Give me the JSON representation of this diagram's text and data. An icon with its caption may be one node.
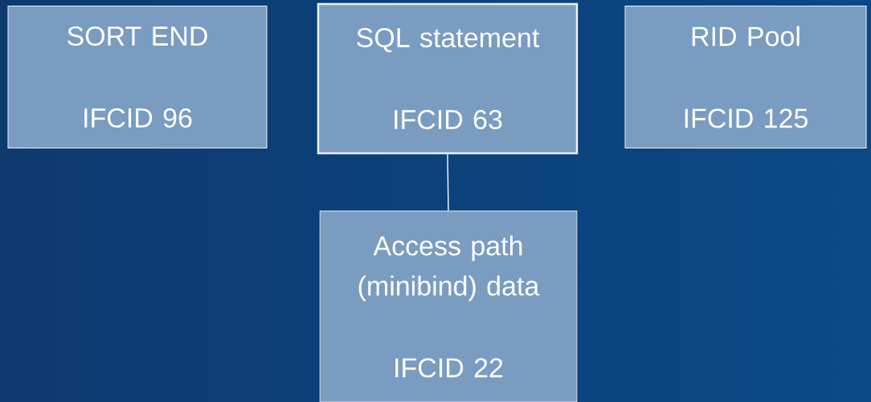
{
  "diagram": {
    "nodes": [
      {
        "text": [
          "SORT END",
          "IFCID 96"
        ]
      },
      {
        "text": [
          "SQL statement",
          "IFCID 63"
        ]
      },
      {
        "text": [
          "RID Pool",
          "IFCID 125"
        ]
      },
      {
        "text": [
          "Access path (minibind) data",
          "IFCID 22"
        ]
      }
    ],
    "edges": [
      {
        "from": 1,
        "to": 3,
        "arrow": "none"
      }
    ]
  }
}
